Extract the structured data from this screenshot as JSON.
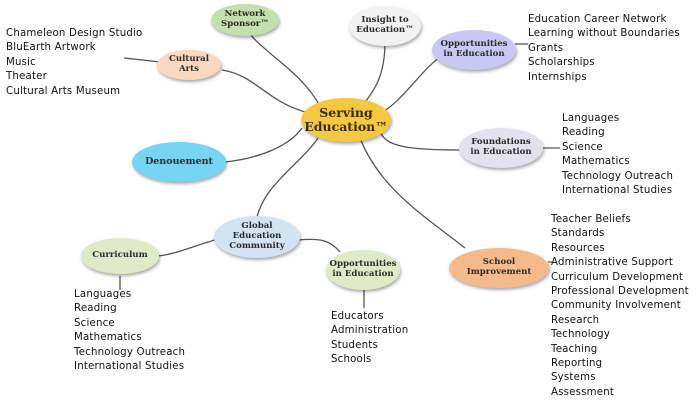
{
  "diagram": {
    "center": {
      "label": "Serving\nEducation™",
      "color": "#f5c842"
    },
    "nodes": {
      "network_sponsor": {
        "label": "Network\nSponsor™",
        "color": "#c6dfae"
      },
      "insight": {
        "label": "Insight to\nEducation™",
        "color": "#f2f2f2"
      },
      "opportunities_top": {
        "label": "Opportunities\nin Education",
        "color": "#c9c8f2"
      },
      "cultural_arts": {
        "label": "Cultural\nArts",
        "color": "#f9d8bf"
      },
      "foundations": {
        "label": "Foundations\nin Education",
        "color": "#e4e1ee"
      },
      "denouement": {
        "label": "Denouement",
        "color": "#76d5f2"
      },
      "global": {
        "label": "Global\nEducation\nCommunity",
        "color": "#d3e3f1"
      },
      "curriculum": {
        "label": "Curriculum",
        "color": "#dfebc8"
      },
      "opportunities_bottom": {
        "label": "Opportunities\nin Education",
        "color": "#dfebc8"
      },
      "school_improvement": {
        "label": "School\nImprovement",
        "color": "#f6b98c"
      }
    },
    "lists": {
      "cultural_arts": [
        "Chameleon Design Studio",
        "BluEarth Artwork",
        "Music",
        "Theater",
        "Cultural Arts Museum"
      ],
      "opportunities_top": [
        "Education Career Network",
        "Learning without Boundaries",
        "Grants",
        "Scholarships",
        "Internships"
      ],
      "foundations": [
        "Languages",
        "Reading",
        "Science",
        "Mathematics",
        "Technology Outreach",
        "International Studies"
      ],
      "school_improvement": [
        "Teacher Beliefs",
        "Standards",
        "Resources",
        "Administrative Support",
        "Curriculum Development",
        "Professional Development",
        "Community Involvement",
        "Research",
        "Technology",
        "Teaching",
        "Reporting",
        "Systems",
        "Assessment"
      ],
      "curriculum": [
        "Languages",
        "Reading",
        "Science",
        "Mathematics",
        "Technology Outreach",
        "International Studies"
      ],
      "opportunities_bottom": [
        "Educators",
        "Administration",
        "Students",
        "Schools"
      ]
    }
  }
}
